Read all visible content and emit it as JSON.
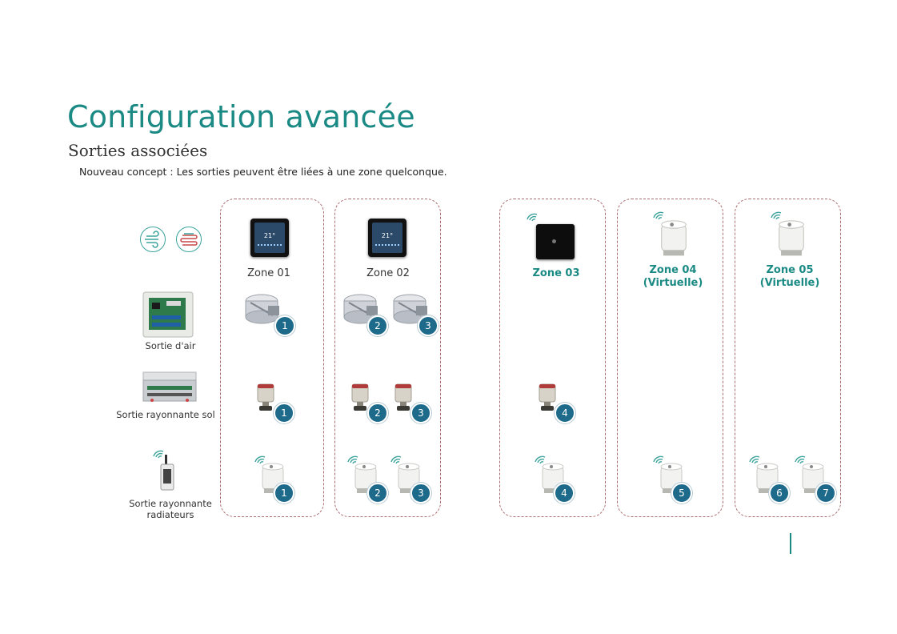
{
  "header": {
    "title": "Configuration avancée",
    "subtitle": "Sorties associées",
    "description": "Nouveau concept : Les sorties peuvent être liées à une zone quelconque."
  },
  "rows": [
    {
      "label": "Sortie d'air"
    },
    {
      "label": "Sortie rayonnante sol"
    },
    {
      "label": "Sortie rayonnante radiateurs"
    }
  ],
  "zones": [
    {
      "name": "Zone 01"
    },
    {
      "name": "Zone 02"
    },
    {
      "name": "Zone 03"
    },
    {
      "name": "Zone 04 (Virtuelle)"
    },
    {
      "name": "Zone 05 (Virtuelle)"
    }
  ],
  "badges": {
    "air_z1": "1",
    "air_z2a": "2",
    "air_z2b": "3",
    "sol_z1": "1",
    "sol_z2a": "2",
    "sol_z2b": "3",
    "sol_z3": "4",
    "rad_z1": "1",
    "rad_z2a": "2",
    "rad_z2b": "3",
    "rad_z3": "4",
    "rad_z4": "5",
    "rad_z5a": "6",
    "rad_z5b": "7"
  },
  "thermostat_temp": "21°",
  "colors": {
    "accent": "#1b8a84",
    "badge": "#1e6a8a",
    "dashed_border": "#a86b6e"
  },
  "icons": [
    "air-flow-icon",
    "radiant-heat-icon",
    "wifi-icon",
    "damper-icon",
    "actuator-icon",
    "radiator-valve-icon",
    "thermostat-icon"
  ]
}
